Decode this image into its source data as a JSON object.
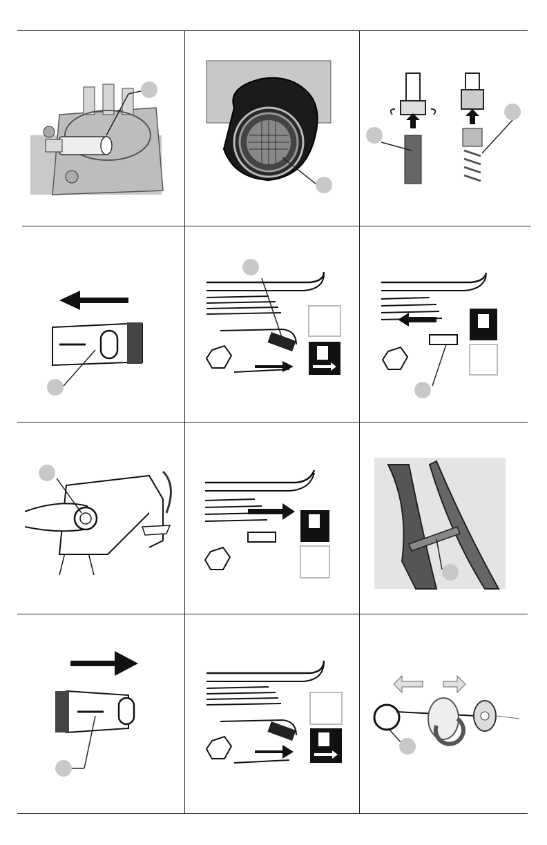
{
  "page": {
    "background": "#ffffff",
    "rule_color": "#222222",
    "callout_color": "#c8c8c8"
  },
  "panels": [
    {
      "id": "pump-outlet",
      "icon": "pump-outlet-icon",
      "callouts": 1
    },
    {
      "id": "inlet-filter",
      "icon": "inlet-filter-icon",
      "callouts": 1
    },
    {
      "id": "hose-connections",
      "icon": "hose-connection-icon",
      "callouts": 2
    },
    {
      "id": "switch-off",
      "icon": "rocker-switch-icon",
      "callouts": 1
    },
    {
      "id": "fuel-valve-on",
      "icon": "fuel-valve-icon",
      "callouts": 1
    },
    {
      "id": "choke-closed",
      "icon": "choke-lever-icon",
      "callouts": 1
    },
    {
      "id": "primer-button",
      "icon": "primer-bulb-icon",
      "callouts": 1
    },
    {
      "id": "choke-open",
      "icon": "choke-lever-icon",
      "callouts": 0
    },
    {
      "id": "spray-gun-lock",
      "icon": "spray-gun-icon",
      "callouts": 1
    },
    {
      "id": "switch-on",
      "icon": "rocker-switch-icon",
      "callouts": 1
    },
    {
      "id": "fuel-valve-off",
      "icon": "fuel-valve-icon",
      "callouts": 0
    },
    {
      "id": "recoil-start",
      "icon": "starter-cord-icon",
      "callouts": 1
    }
  ]
}
